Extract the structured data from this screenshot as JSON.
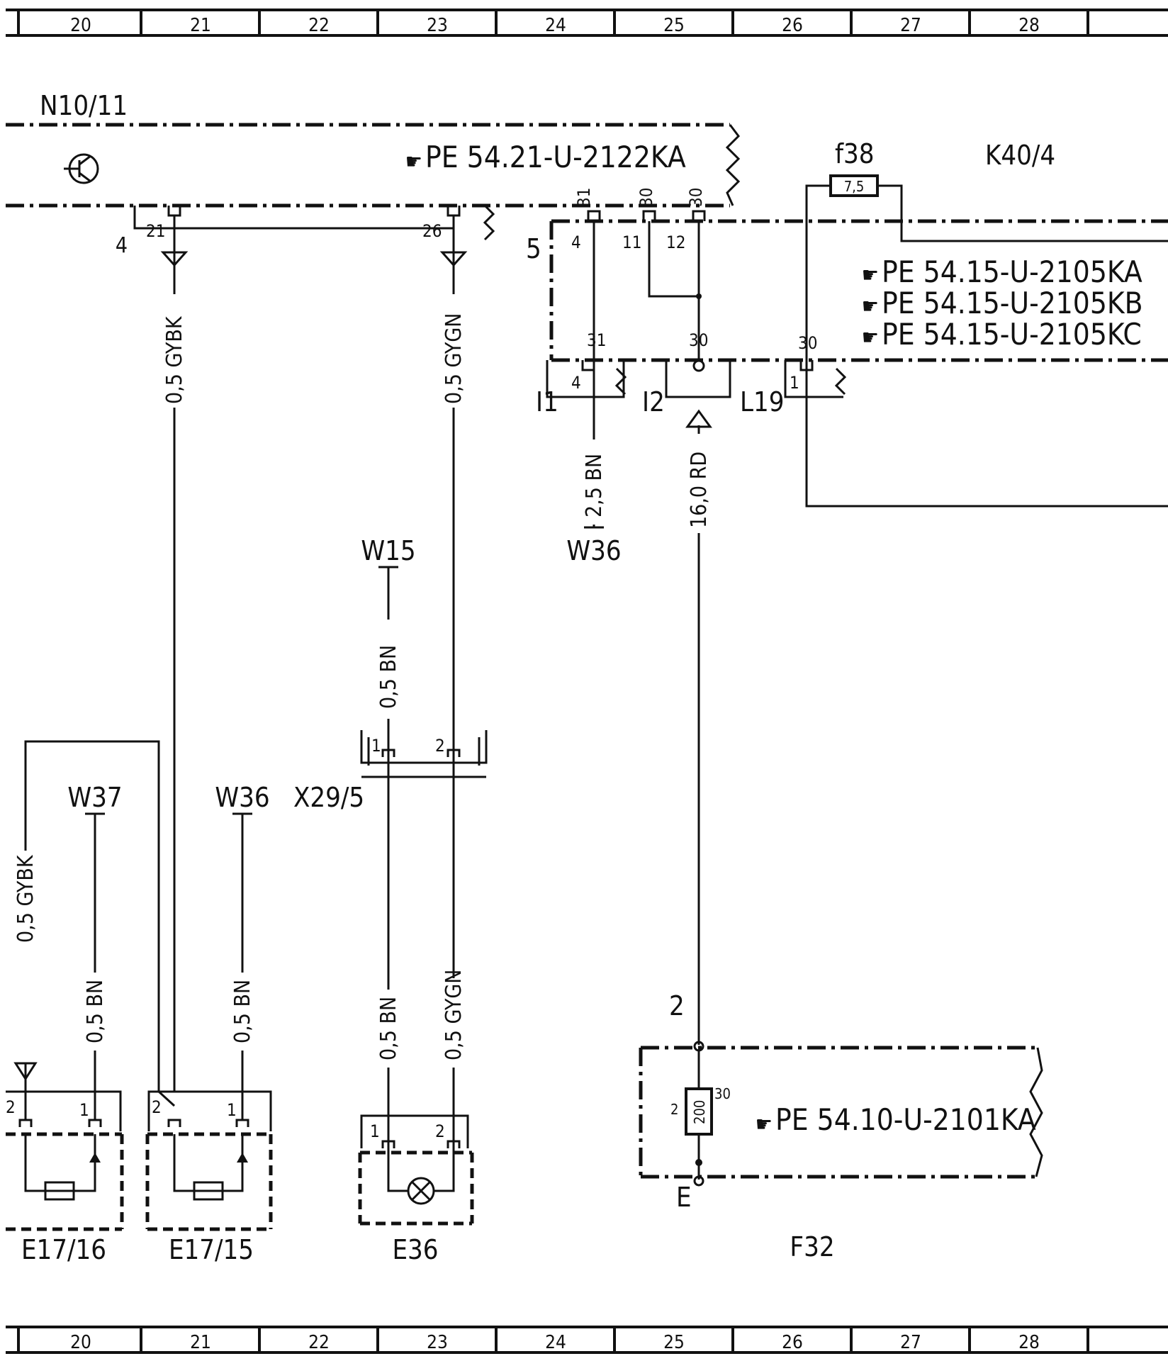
{
  "columns": [
    "20",
    "21",
    "22",
    "23",
    "24",
    "25",
    "26",
    "27",
    "28"
  ],
  "components": {
    "n10_11": "N10/11",
    "k40_4": "K40/4",
    "f38": "f38",
    "f38_rating": "7,5",
    "w15": "W15",
    "w36_top": "W36",
    "w36_bottom": "W36",
    "w37": "W37",
    "x29_5": "X29/5",
    "e17_16": "E17/16",
    "e17_15": "E17/15",
    "e36": "E36",
    "f32": "F32",
    "f32_rating": "200",
    "f32_term_e": "E"
  },
  "references": {
    "pe_n10": "PE 54.21-U-2122KA",
    "pe_k40_a": "PE 54.15-U-2105KA",
    "pe_k40_b": "PE 54.15-U-2105KB",
    "pe_k40_c": "PE 54.15-U-2105KC",
    "pe_f32": "PE 54.10-U-2101KA"
  },
  "wires": {
    "gybk_main": "0,5 GYBK",
    "gygn_main": "0,5 GYGN",
    "bn_w36_top": "2,5 BN",
    "rd_main": "16,0 RD",
    "bn_w15": "0,5 BN",
    "gybk_e1716": "0,5 GYBK",
    "bn_w37": "0,5 BN",
    "bn_w36": "0,5 BN",
    "bn_e36": "0,5 BN",
    "gygn_e36": "0,5 GYGN"
  },
  "pins": {
    "n10_conn": "4",
    "n10_p21": "21",
    "n10_p26": "26",
    "k40_conn": "5",
    "k40_t31_top": "31",
    "k40_t30a_top": "30",
    "k40_t30b_top": "30",
    "k40_p4": "4",
    "k40_p11": "11",
    "k40_p12": "12",
    "k40_t31_bot": "31",
    "k40_t30_bot": "30",
    "k40_t30_right": "30",
    "i1_pin": "4",
    "l19_pin": "1",
    "i1": "I1",
    "i2": "I2",
    "l19": "L19",
    "x29_p1": "1",
    "x29_p2": "2",
    "e1716_p2": "2",
    "e1716_p1": "1",
    "e1715_p2": "2",
    "e1715_p1": "1",
    "e36_p1": "1",
    "e36_p2": "2",
    "f32_in": "2",
    "f32_left": "2",
    "f32_right": "30"
  }
}
